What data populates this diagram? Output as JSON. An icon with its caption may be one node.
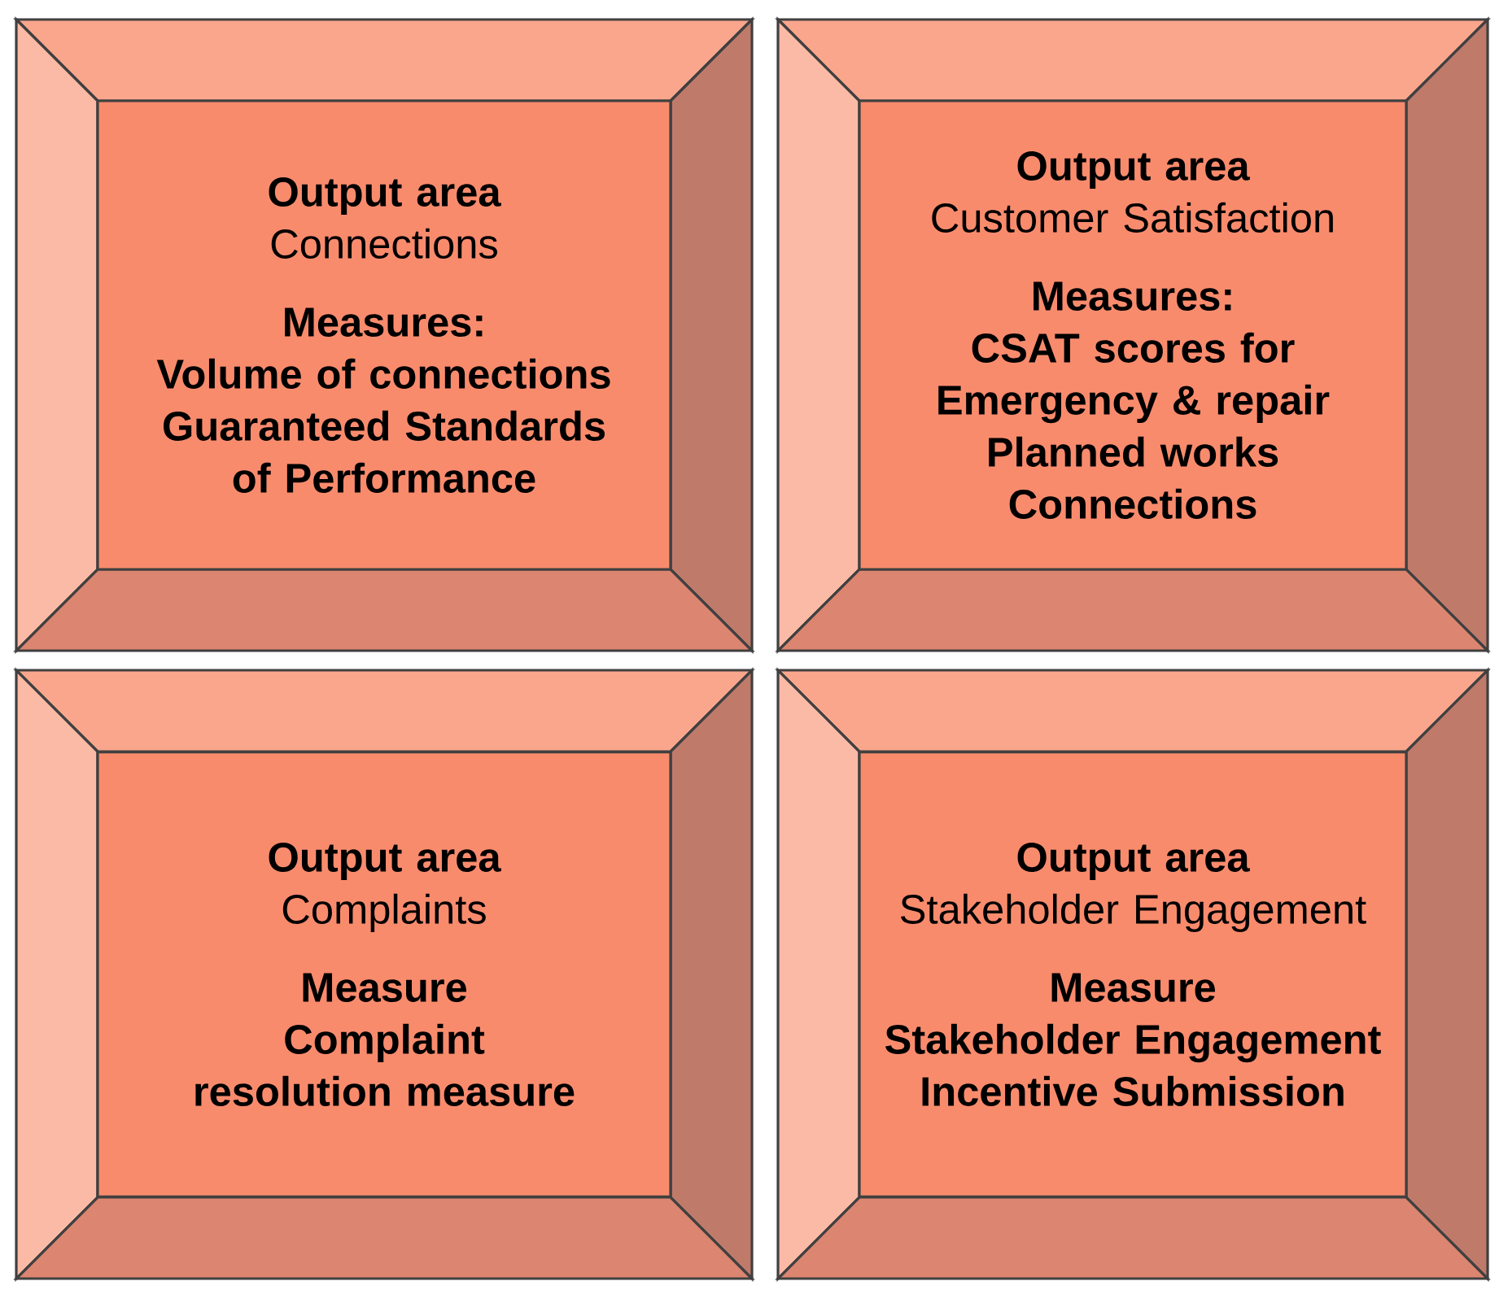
{
  "diagram": {
    "nodes": [
      {
        "text": [
          "Output area",
          "Connections",
          "Measures:",
          "Volume of connections",
          "Guaranteed Standards of Performance"
        ]
      },
      {
        "text": [
          "Output area",
          "Customer Satisfaction",
          "Measures:",
          "CSAT scores for",
          "Emergency & repair",
          "Planned works",
          "Connections"
        ]
      },
      {
        "text": [
          "Output area",
          "Complaints",
          "Measure",
          "Complaint resolution measure"
        ]
      },
      {
        "text": [
          "Output area",
          "Stakeholder Engagement",
          "Measure",
          "Stakeholder Engagement Incentive Submission"
        ]
      }
    ]
  }
}
